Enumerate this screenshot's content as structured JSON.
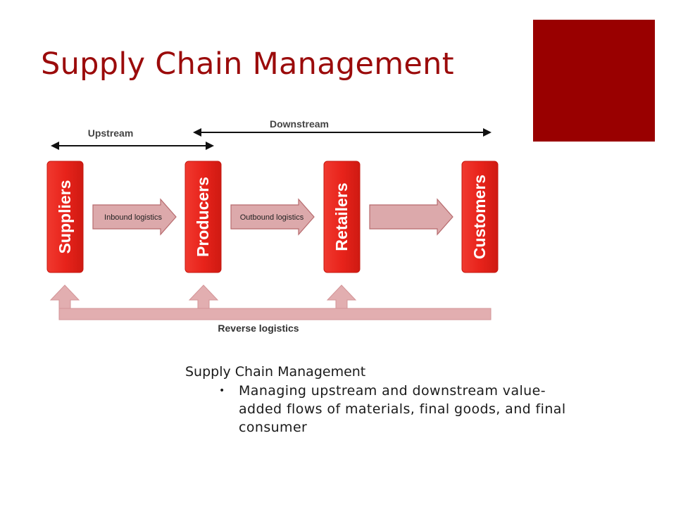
{
  "slide": {
    "title": "Supply Chain Management",
    "accent_color": "#990000"
  },
  "diagram": {
    "upstream_label": "Upstream",
    "downstream_label": "Downstream",
    "nodes": [
      "Suppliers",
      "Producers",
      "Retailers",
      "Customers"
    ],
    "flows": [
      "Inbound logistics",
      "Outbound logistics",
      ""
    ],
    "reverse_label": "Reverse logistics",
    "node_color": "#e8231b",
    "arrow_color": "#dca9ab"
  },
  "notes": {
    "heading": "Supply Chain Management",
    "bullets": [
      "Managing upstream and downstream value- added flows of materials, final goods, and final consumer"
    ]
  }
}
